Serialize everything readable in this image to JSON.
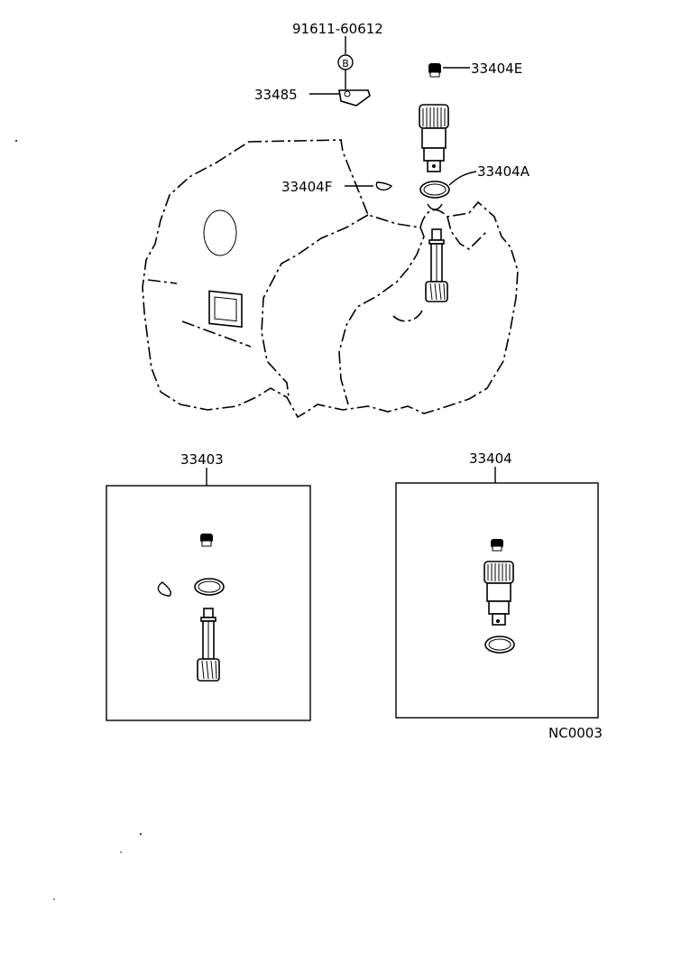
{
  "labels": {
    "bolt": "91611-60612",
    "bolt_marker": "B",
    "plate": "33485",
    "plug": "33404E",
    "clip": "33404F",
    "oring": "33404A",
    "kit_left": "33403",
    "kit_right": "33404",
    "diagram_code": "NC0003"
  }
}
